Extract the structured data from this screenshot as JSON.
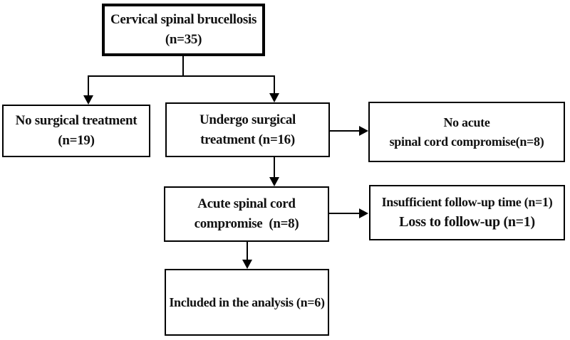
{
  "diagram": {
    "type": "flowchart",
    "colors": {
      "line": "#000000",
      "text": "#111111",
      "box_border": "#000000",
      "box_background": "#ffffff",
      "page_background": "#ffffff"
    },
    "boxes": {
      "root": {
        "lines": [
          "Cervical spinal brucellosis",
          "(n=35)"
        ],
        "n": 35
      },
      "nosurg": {
        "lines": [
          "No surgical treatment",
          "(n=19)"
        ],
        "n": 19
      },
      "surg": {
        "lines": [
          "Undergo surgical",
          "treatment (n=16)"
        ],
        "n": 16
      },
      "noacute": {
        "lines": [
          "No acute",
          "spinal cord compromise(n=8)"
        ],
        "n": 8
      },
      "acute": {
        "lines": [
          "Acute spinal cord",
          "compromise  (n=8)"
        ],
        "n": 8
      },
      "followup": {
        "lines": [
          "Insufficient follow-up time (n=1)",
          "Loss to follow-up (n=1)"
        ],
        "n_insufficient": 1,
        "n_lost": 1
      },
      "included": {
        "lines": [
          "Included in the analysis (n=6)"
        ],
        "n": 6
      }
    }
  }
}
